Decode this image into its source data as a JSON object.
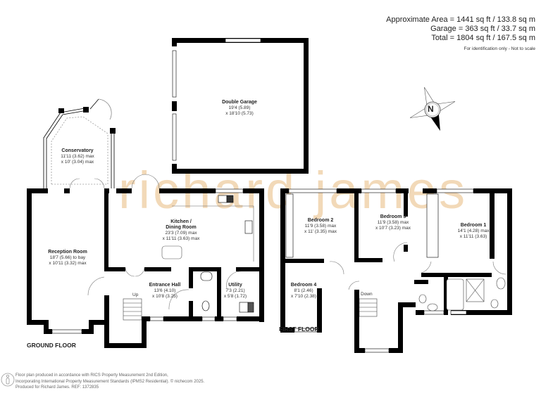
{
  "summary": {
    "approx_area": "Approximate Area = 1441 sq ft / 133.8 sq m",
    "garage": "Garage = 363 sq ft / 33.7 sq m",
    "total": "Total = 1804 sq ft / 167.5 sq m",
    "note": "For identification only - Not to scale"
  },
  "watermark": "richard james",
  "compass": {
    "label": "N"
  },
  "floors": {
    "ground": "GROUND FLOOR",
    "first": "FIRST FLOOR"
  },
  "stairs": {
    "up": "Up",
    "down": "Down"
  },
  "rooms": {
    "garage": {
      "name": "Double Garage",
      "dim1": "19'4 (5.89)",
      "dim2": "x 18'10 (5.73)"
    },
    "conservatory": {
      "name": "Conservatory",
      "dim1": "11'11 (3.62) max",
      "dim2": "x 10' (3.04) max"
    },
    "reception": {
      "name": "Reception Room",
      "dim1": "18'7 (5.66) to bay",
      "dim2": "x 10'11 (3.32) max"
    },
    "kitchen": {
      "name": "Kitchen /",
      "name2": "Dining Room",
      "dim1": "23'3 (7.09) max",
      "dim2": "x 11'11 (3.63) max"
    },
    "hall": {
      "name": "Entrance Hall",
      "dim1": "13'6 (4.10)",
      "dim2": "x 10'8 (3.25)"
    },
    "utility": {
      "name": "Utility",
      "dim1": "7'3 (2.21)",
      "dim2": "x 5'8 (1.72)"
    },
    "bedroom2": {
      "name": "Bedroom 2",
      "dim1": "11'9 (3.58) max",
      "dim2": "x 11' (3.35) max"
    },
    "bedroom3": {
      "name": "Bedroom 3",
      "dim1": "11'9 (3.58) max",
      "dim2": "x 10'7 (3.23) max"
    },
    "bedroom1": {
      "name": "Bedroom 1",
      "dim1": "14'1 (4.28) max",
      "dim2": "x 11'11 (3.63)"
    },
    "bedroom4": {
      "name": "Bedroom 4",
      "dim1": "8'1 (2.46)",
      "dim2": "x 7'10 (2.38)"
    }
  },
  "footer": {
    "line1": "Floor plan produced in accordance with RICS Property Measurement 2nd Edition,",
    "line2": "Incorporating International Property Measurement Standards (IPMS2 Residential).   © nichecom 2025.",
    "line3": "Produced for Richard James.   REF:  1372835"
  },
  "colors": {
    "wall": "#000000",
    "watermark": "#f2d9b8",
    "text": "#222222"
  }
}
